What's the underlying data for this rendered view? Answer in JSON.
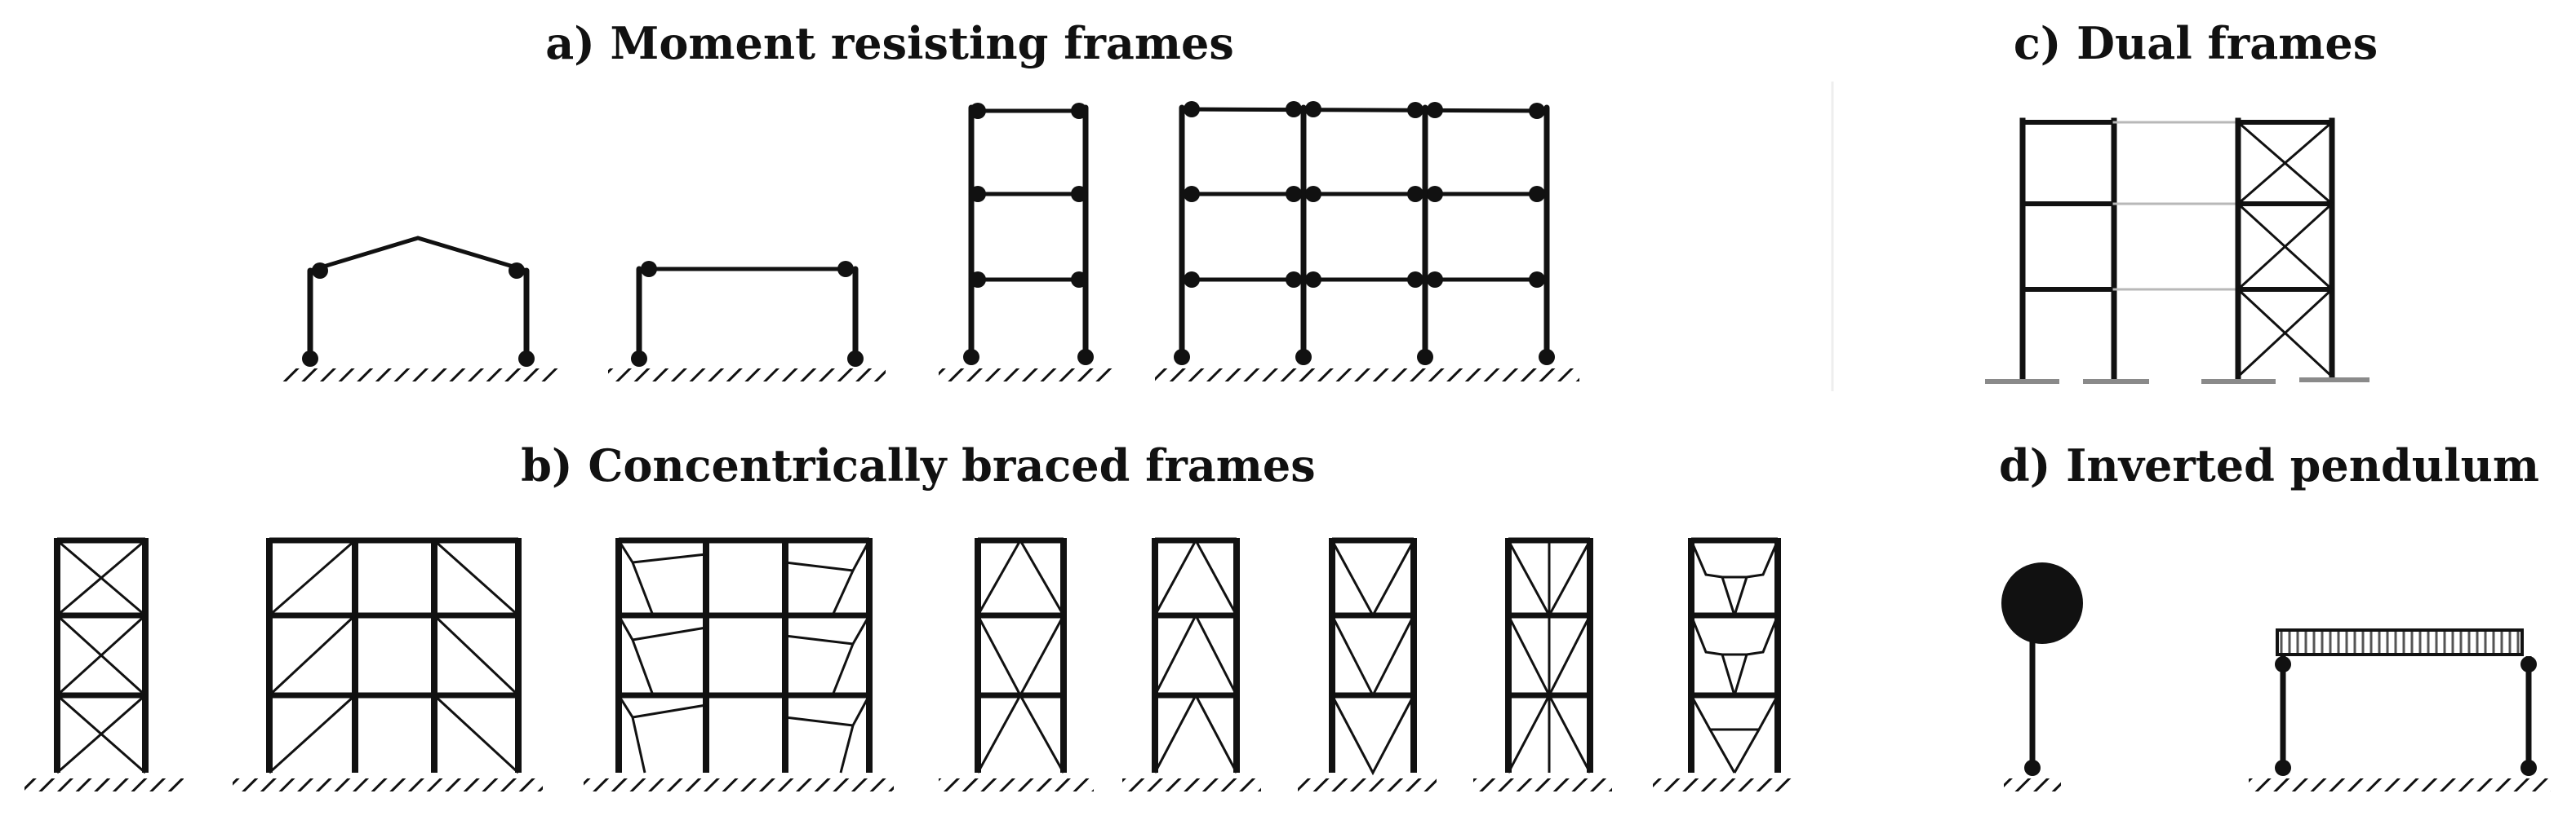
{
  "titles": {
    "a": "a) Moment resisting frames",
    "b": "b) Concentrically braced frames",
    "c": "c) Dual frames",
    "d": "d) Inverted pendulum"
  },
  "colors": {
    "ink": "#111111",
    "light_beam": "#b8b8b8",
    "base_plate": "#8a8a8a",
    "divider": "#eeeeee"
  }
}
